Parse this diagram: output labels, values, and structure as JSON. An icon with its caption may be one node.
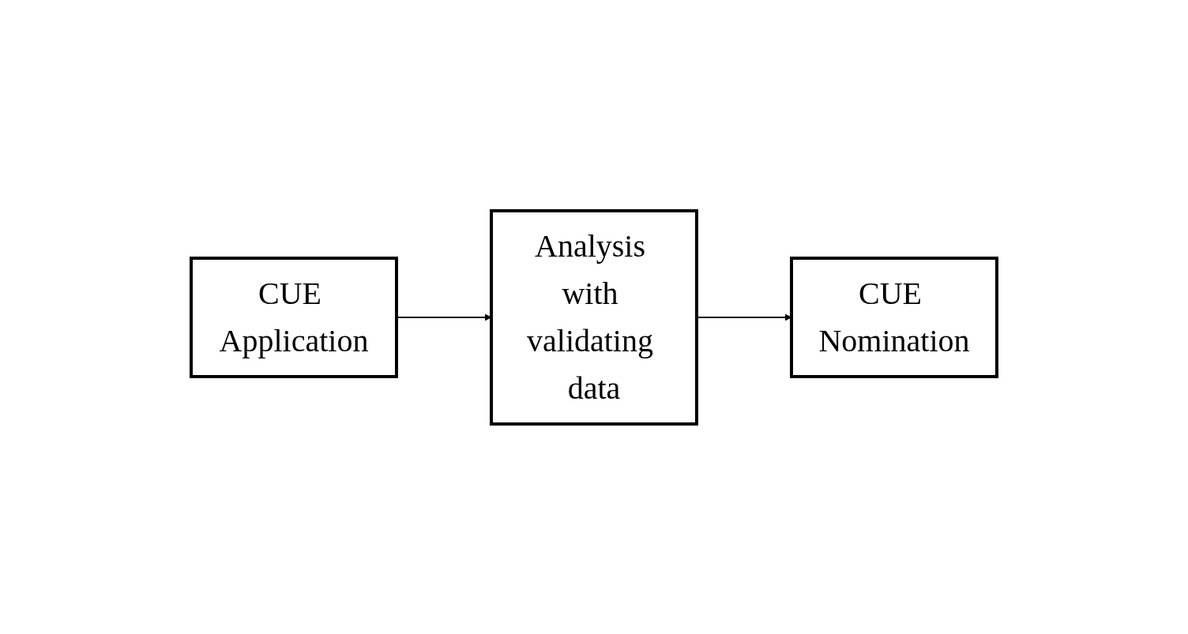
{
  "diagram": {
    "nodes": [
      {
        "text": [
          "CUE Application"
        ]
      },
      {
        "text": [
          "Analysis with validating data"
        ]
      },
      {
        "text": [
          "CUE Nomination"
        ]
      }
    ],
    "edges": [
      {
        "from": 0,
        "to": 1,
        "arrow": "to"
      },
      {
        "from": 1,
        "to": 2,
        "arrow": "to"
      }
    ]
  }
}
